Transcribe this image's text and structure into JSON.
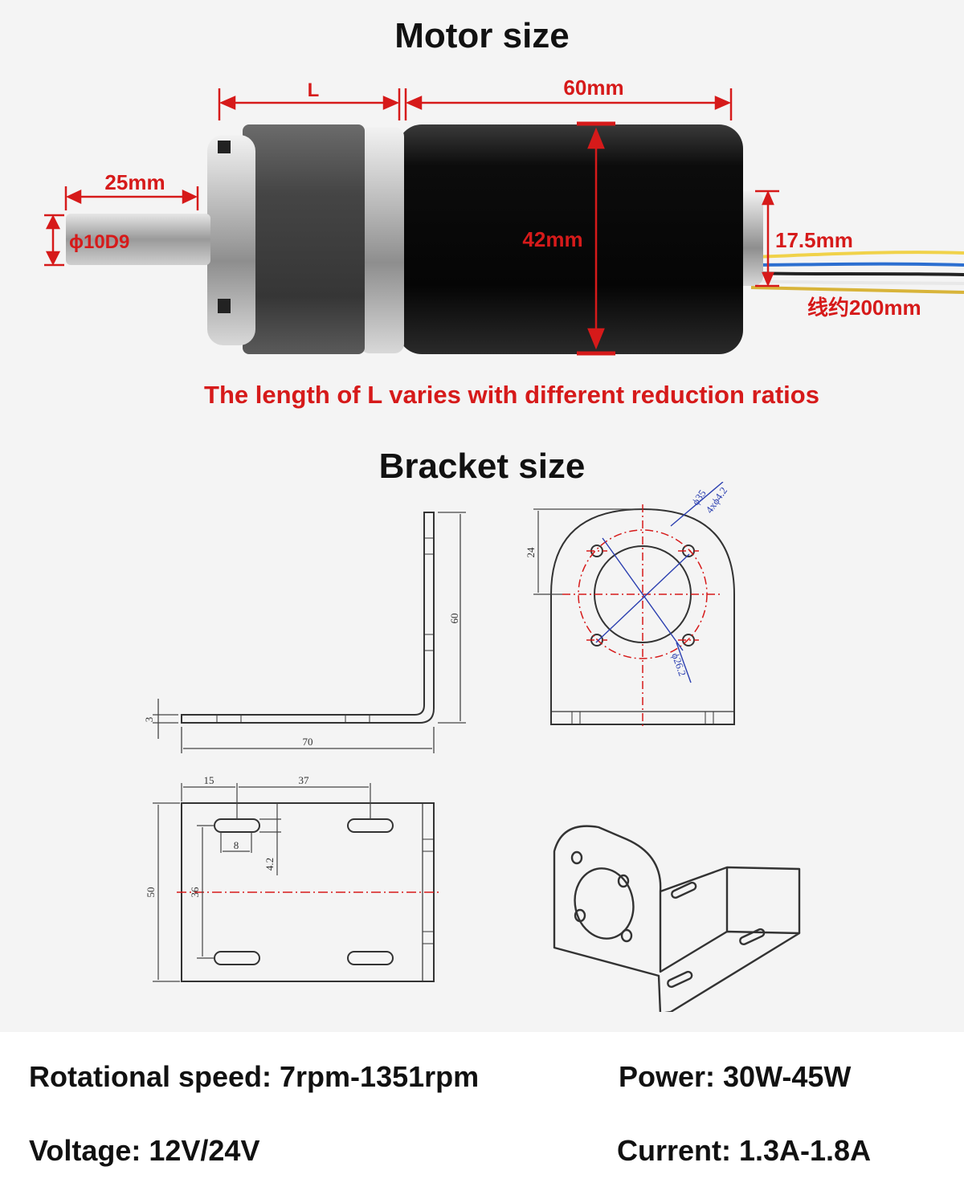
{
  "motor_section": {
    "title": "Motor size",
    "dim_L": "L",
    "dim_60": "60mm",
    "dim_25": "25mm",
    "dim_shaft": "ϕ10D9",
    "dim_42": "42mm",
    "dim_17": "17.5mm",
    "dim_wire": "线约200mm",
    "note": "The length of L varies with different reduction ratios"
  },
  "bracket_section": {
    "title": "Bracket size",
    "dim_3": "3",
    "dim_60": "60",
    "dim_70": "70",
    "dim_24": "24",
    "dim_35": "ϕ35",
    "dim_holes": "4xϕ4.2",
    "dim_26": "ϕ26.2",
    "dim_15": "15",
    "dim_37": "37",
    "dim_8": "8",
    "dim_42": "4.2",
    "dim_50": "50",
    "dim_36": "36"
  },
  "specs": {
    "speed": "Rotational speed: 7rpm-1351rpm",
    "power": "Power: 30W-45W",
    "voltage": "Voltage: 12V/24V",
    "current": "Current: 1.3A-1.8A"
  },
  "colors": {
    "dimension_red": "#d61a1a",
    "motor_body": "#0d0d0d",
    "drawing_line": "#333333"
  }
}
